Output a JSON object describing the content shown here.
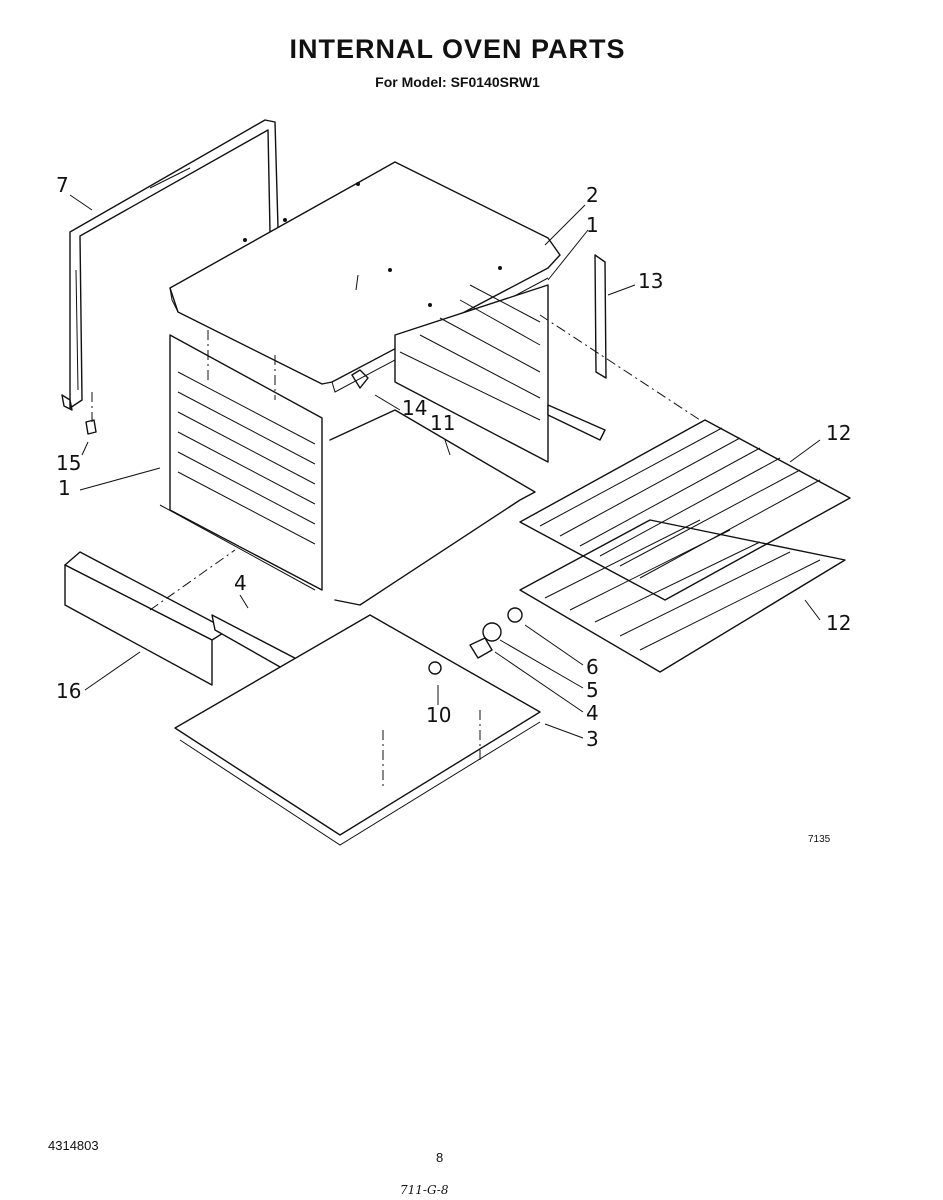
{
  "header": {
    "title": "INTERNAL OVEN PARTS",
    "subtitle": "For Model: SF0140SRW1"
  },
  "diagram": {
    "figure_id": "7135",
    "callouts": {
      "c1_left": "1",
      "c1_right": "1",
      "c2": "2",
      "c3": "3",
      "c4_bottom": "4",
      "c4_left": "4",
      "c5": "5",
      "c6": "6",
      "c7": "7",
      "c10": "10",
      "c11": "11",
      "c12_top": "12",
      "c12_bottom": "12",
      "c13": "13",
      "c14": "14",
      "c15": "15",
      "c16": "16"
    }
  },
  "footer": {
    "doc_number": "4314803",
    "page_number": "8",
    "handwritten_note": "711-G-8"
  }
}
